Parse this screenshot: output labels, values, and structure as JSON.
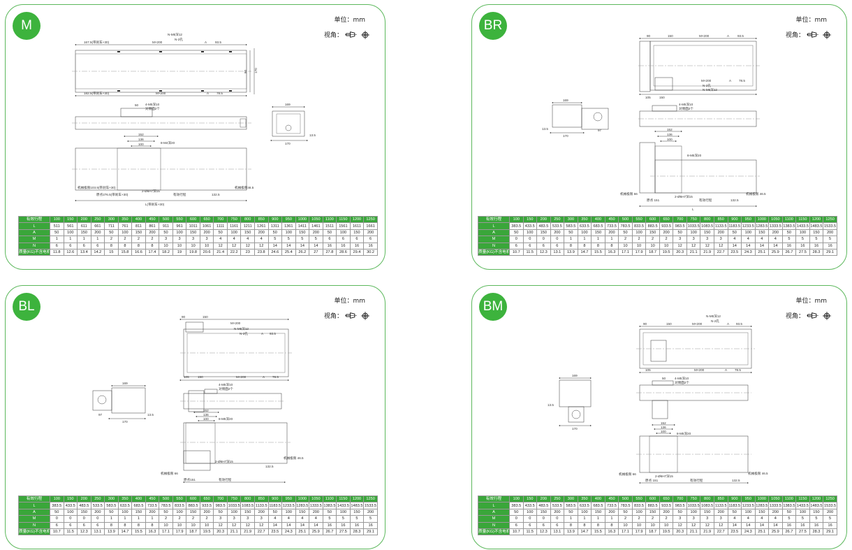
{
  "labels": {
    "unit": "单位：mm",
    "view": "视角："
  },
  "panels": {
    "M": {
      "badge": "M",
      "dims": {
        "a": "167.5(带刹车+30)",
        "b": "M×200",
        "c": "A",
        "d": "93.5",
        "e": "N-M5深12",
        "f": "N-2孔",
        "g": "182.5(带刹车+30)",
        "h": "M×200",
        "i": "A",
        "j": "78.5",
        "k": "50",
        "l": "4-M5深10",
        "m": "对侧面2个",
        "n": "152",
        "o": "136",
        "p": "100",
        "q": "8-M4深20",
        "r": "机械极限103.5(带刹车+30)",
        "s": "2-Ø6H7深15",
        "t": "机械极限46.5",
        "u": "原点276.5(带刹车+30)",
        "v": "有效行程",
        "w": "132.5",
        "x": "L(带刹车+30)",
        "y": "169",
        "z": "170",
        "aa": "13.5",
        "ab": "80",
        "ac": "170"
      }
    },
    "BR": {
      "badge": "BR",
      "dims": {
        "a": "90",
        "b": "150",
        "c": "M×200",
        "d": "A",
        "e": "93.5",
        "f": "105",
        "g": "150",
        "h": "M×200",
        "i": "A",
        "j": "78.5",
        "k": "N-2孔",
        "l": "N-M5深12",
        "m": "169",
        "n": "170",
        "o": "13.5",
        "p": "97",
        "q": "4-M5深10",
        "r": "对侧面2个",
        "s": "152",
        "t": "136",
        "u": "100",
        "v": "8-M5深20",
        "w": "机械极限 66",
        "x": "2-Ø6H7深15",
        "y": "机械极限 46.5",
        "z": "原点 151",
        "aa": "有效行程",
        "ab": "132.5",
        "ac": "L"
      }
    },
    "BL": {
      "badge": "BL",
      "dims": {
        "a": "90",
        "b": "150",
        "c": "M×200",
        "d": "N-M5深12",
        "e": "N-2孔",
        "f": "A",
        "g": "93.5",
        "h": "105",
        "i": "150",
        "j": "M×200",
        "k": "A",
        "l": "78.5",
        "m": "169",
        "n": "170",
        "o": "97",
        "p": "13.5",
        "q": "4-M5深10",
        "r": "对侧面2个",
        "s": "152",
        "t": "136",
        "u": "100",
        "v": "8-M5深20",
        "w": "2-Ø6H7深15",
        "x": "机械极限 46.5",
        "y": "机械极限 66",
        "z": "原点151",
        "aa": "有效行程",
        "ab": "132.5"
      }
    },
    "BM": {
      "badge": "BM",
      "dims": {
        "a": "N-M5深12",
        "b": "N-2孔",
        "c": "90",
        "d": "150",
        "e": "M×200",
        "f": "A",
        "g": "93.5",
        "h": "105",
        "i": "M×200",
        "j": "A",
        "k": "78.5",
        "l": "169",
        "m": "170",
        "n": "13.5",
        "o": "50",
        "p": "4-M5深10",
        "q": "对侧面2个",
        "r": "152",
        "s": "136",
        "t": "100",
        "u": "8-M5深20",
        "v": "机械极限 66",
        "w": "2-Ø6H7深15",
        "x": "机械极限 46.5",
        "y": "原点 151",
        "z": "有效行程",
        "aa": "132.5"
      }
    }
  },
  "tables": {
    "M": {
      "rows": [
        [
          "有效行程",
          "100",
          "150",
          "200",
          "250",
          "300",
          "350",
          "400",
          "450",
          "500",
          "550",
          "600",
          "650",
          "700",
          "750",
          "800",
          "850",
          "900",
          "950",
          "1000",
          "1050",
          "1100",
          "1150",
          "1200",
          "1250"
        ],
        [
          "L",
          "511",
          "561",
          "611",
          "661",
          "711",
          "761",
          "811",
          "861",
          "911",
          "961",
          "1011",
          "1061",
          "1111",
          "1161",
          "1211",
          "1261",
          "1311",
          "1361",
          "1411",
          "1461",
          "1511",
          "1561",
          "1611",
          "1661"
        ],
        [
          "A",
          "50",
          "100",
          "150",
          "200",
          "50",
          "100",
          "150",
          "200",
          "50",
          "100",
          "150",
          "200",
          "50",
          "100",
          "150",
          "200",
          "50",
          "100",
          "150",
          "200",
          "50",
          "100",
          "150",
          "200"
        ],
        [
          "M",
          "1",
          "1",
          "1",
          "1",
          "2",
          "2",
          "2",
          "2",
          "3",
          "3",
          "3",
          "3",
          "4",
          "4",
          "4",
          "4",
          "5",
          "5",
          "5",
          "5",
          "6",
          "6",
          "6",
          "6"
        ],
        [
          "N",
          "6",
          "6",
          "6",
          "6",
          "8",
          "8",
          "8",
          "8",
          "10",
          "10",
          "10",
          "10",
          "12",
          "12",
          "12",
          "12",
          "14",
          "14",
          "14",
          "14",
          "16",
          "16",
          "16",
          "16"
        ],
        [
          "质量(KG)不含电机",
          "11.8",
          "12.6",
          "13.4",
          "14.2",
          "15",
          "15.8",
          "16.6",
          "17.4",
          "18.2",
          "19",
          "19.8",
          "20.6",
          "21.4",
          "22.2",
          "23",
          "23.8",
          "24.6",
          "25.4",
          "26.2",
          "27",
          "27.8",
          "28.6",
          "29.4",
          "30.2"
        ]
      ]
    },
    "BR": {
      "rows": [
        [
          "有效行程",
          "100",
          "150",
          "200",
          "250",
          "300",
          "350",
          "400",
          "450",
          "500",
          "550",
          "600",
          "650",
          "700",
          "750",
          "800",
          "850",
          "900",
          "950",
          "1000",
          "1050",
          "1100",
          "1150",
          "1200",
          "1250"
        ],
        [
          "L",
          "383.5",
          "433.5",
          "483.5",
          "533.5",
          "583.5",
          "633.5",
          "683.5",
          "733.5",
          "783.5",
          "833.5",
          "883.5",
          "933.5",
          "983.5",
          "1033.5",
          "1083.5",
          "1133.5",
          "1183.5",
          "1233.5",
          "1283.5",
          "1333.5",
          "1383.5",
          "1433.5",
          "1483.5",
          "1533.5"
        ],
        [
          "A",
          "50",
          "100",
          "150",
          "200",
          "50",
          "100",
          "150",
          "200",
          "50",
          "100",
          "150",
          "200",
          "50",
          "100",
          "150",
          "200",
          "50",
          "100",
          "150",
          "200",
          "50",
          "100",
          "150",
          "200"
        ],
        [
          "M",
          "0",
          "0",
          "0",
          "0",
          "1",
          "1",
          "1",
          "1",
          "2",
          "2",
          "2",
          "2",
          "3",
          "3",
          "3",
          "3",
          "4",
          "4",
          "4",
          "4",
          "5",
          "5",
          "5",
          "5"
        ],
        [
          "N",
          "6",
          "6",
          "6",
          "6",
          "8",
          "8",
          "8",
          "8",
          "10",
          "10",
          "10",
          "10",
          "12",
          "12",
          "12",
          "12",
          "14",
          "14",
          "14",
          "14",
          "16",
          "16",
          "16",
          "16"
        ],
        [
          "质量(KG)不含电机",
          "10.7",
          "11.5",
          "12.3",
          "13.1",
          "13.9",
          "14.7",
          "15.5",
          "16.3",
          "17.1",
          "17.9",
          "18.7",
          "19.5",
          "20.3",
          "21.1",
          "21.9",
          "22.7",
          "23.5",
          "24.3",
          "25.1",
          "25.9",
          "26.7",
          "27.5",
          "28.3",
          "29.1"
        ]
      ]
    },
    "BL": {
      "rows": [
        [
          "有效行程",
          "100",
          "150",
          "200",
          "250",
          "300",
          "350",
          "400",
          "450",
          "500",
          "550",
          "600",
          "650",
          "700",
          "750",
          "800",
          "850",
          "900",
          "950",
          "1000",
          "1050",
          "1100",
          "1150",
          "1200",
          "1250"
        ],
        [
          "L",
          "383.5",
          "433.5",
          "483.5",
          "533.5",
          "583.5",
          "633.5",
          "683.5",
          "733.5",
          "783.5",
          "833.5",
          "883.5",
          "933.5",
          "983.5",
          "1033.5",
          "1083.5",
          "1133.5",
          "1183.5",
          "1233.5",
          "1283.5",
          "1333.5",
          "1383.5",
          "1433.5",
          "1483.5",
          "1533.5"
        ],
        [
          "A",
          "50",
          "100",
          "150",
          "200",
          "50",
          "100",
          "150",
          "200",
          "50",
          "100",
          "150",
          "200",
          "50",
          "100",
          "150",
          "200",
          "50",
          "100",
          "150",
          "200",
          "50",
          "100",
          "150",
          "200"
        ],
        [
          "M",
          "0",
          "0",
          "0",
          "0",
          "1",
          "1",
          "1",
          "1",
          "2",
          "2",
          "2",
          "2",
          "3",
          "3",
          "3",
          "3",
          "4",
          "4",
          "4",
          "4",
          "5",
          "5",
          "5",
          "5"
        ],
        [
          "N",
          "6",
          "6",
          "6",
          "6",
          "8",
          "8",
          "8",
          "8",
          "10",
          "10",
          "10",
          "10",
          "12",
          "12",
          "12",
          "12",
          "14",
          "14",
          "14",
          "14",
          "16",
          "16",
          "16",
          "16"
        ],
        [
          "质量(KG)不含电机",
          "10.7",
          "11.5",
          "12.3",
          "13.1",
          "13.9",
          "14.7",
          "15.5",
          "16.3",
          "17.1",
          "17.9",
          "18.7",
          "19.5",
          "20.3",
          "21.1",
          "21.9",
          "22.7",
          "23.5",
          "24.3",
          "25.1",
          "25.9",
          "26.7",
          "27.5",
          "28.3",
          "29.1"
        ]
      ]
    },
    "BM": {
      "rows": [
        [
          "有效行程",
          "100",
          "150",
          "200",
          "250",
          "300",
          "350",
          "400",
          "450",
          "500",
          "550",
          "600",
          "650",
          "700",
          "750",
          "800",
          "850",
          "900",
          "950",
          "1000",
          "1050",
          "1100",
          "1150",
          "1200",
          "1250"
        ],
        [
          "L",
          "383.5",
          "433.5",
          "483.5",
          "533.5",
          "583.5",
          "633.5",
          "683.5",
          "733.5",
          "783.5",
          "833.5",
          "883.5",
          "933.5",
          "983.5",
          "1033.5",
          "1083.5",
          "1133.5",
          "1183.5",
          "1233.5",
          "1283.5",
          "1333.5",
          "1383.5",
          "1433.5",
          "1483.5",
          "1533.5"
        ],
        [
          "A",
          "50",
          "100",
          "150",
          "200",
          "50",
          "100",
          "150",
          "200",
          "50",
          "100",
          "150",
          "200",
          "50",
          "100",
          "150",
          "200",
          "50",
          "100",
          "150",
          "200",
          "50",
          "100",
          "150",
          "200"
        ],
        [
          "M",
          "0",
          "0",
          "0",
          "0",
          "1",
          "1",
          "1",
          "1",
          "2",
          "2",
          "2",
          "2",
          "3",
          "3",
          "3",
          "3",
          "4",
          "4",
          "4",
          "4",
          "5",
          "5",
          "5",
          "5"
        ],
        [
          "N",
          "6",
          "6",
          "6",
          "6",
          "8",
          "8",
          "8",
          "8",
          "10",
          "10",
          "10",
          "10",
          "12",
          "12",
          "12",
          "12",
          "14",
          "14",
          "14",
          "14",
          "16",
          "16",
          "16",
          "16"
        ],
        [
          "质量(KG)不含电机",
          "10.7",
          "11.5",
          "12.3",
          "13.1",
          "13.9",
          "14.7",
          "15.5",
          "16.3",
          "17.1",
          "17.9",
          "18.7",
          "19.5",
          "20.3",
          "21.1",
          "21.9",
          "22.7",
          "23.5",
          "24.3",
          "25.1",
          "25.9",
          "26.7",
          "27.5",
          "28.3",
          "29.1"
        ]
      ]
    }
  },
  "colors": {
    "accent": "#3aa63a",
    "border": "#5cb85c"
  },
  "icons": [
    "view-projection-icon",
    "view-crosshair-icon"
  ]
}
